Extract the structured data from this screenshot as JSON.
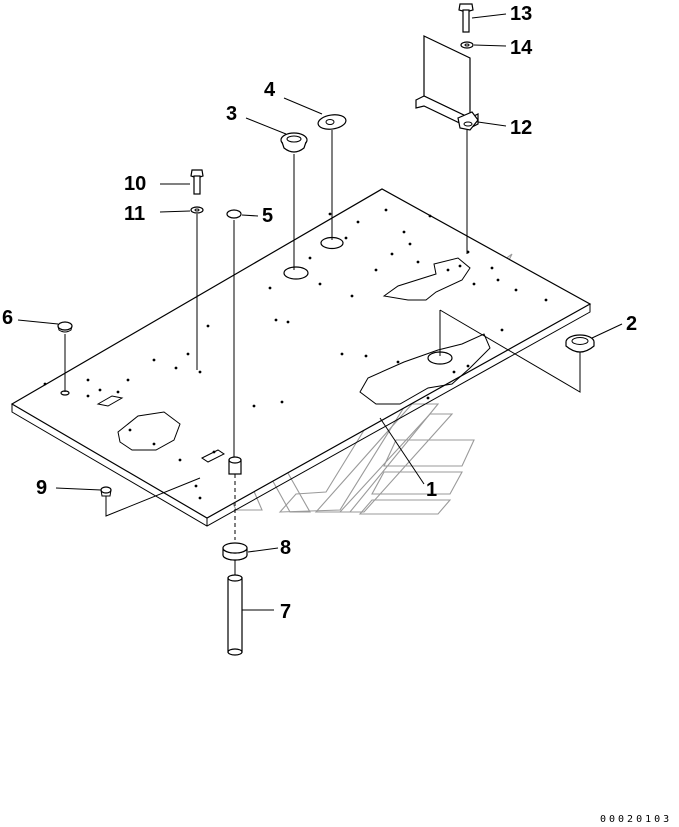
{
  "callouts": [
    {
      "id": "1",
      "label": "1"
    },
    {
      "id": "2",
      "label": "2"
    },
    {
      "id": "3",
      "label": "3"
    },
    {
      "id": "4",
      "label": "4"
    },
    {
      "id": "5",
      "label": "5"
    },
    {
      "id": "6",
      "label": "6"
    },
    {
      "id": "7",
      "label": "7"
    },
    {
      "id": "8",
      "label": "8"
    },
    {
      "id": "9",
      "label": "9"
    },
    {
      "id": "10",
      "label": "10"
    },
    {
      "id": "11",
      "label": "11"
    },
    {
      "id": "12",
      "label": "12"
    },
    {
      "id": "13",
      "label": "13"
    },
    {
      "id": "14",
      "label": "14"
    }
  ],
  "drawing_code": "00020103"
}
